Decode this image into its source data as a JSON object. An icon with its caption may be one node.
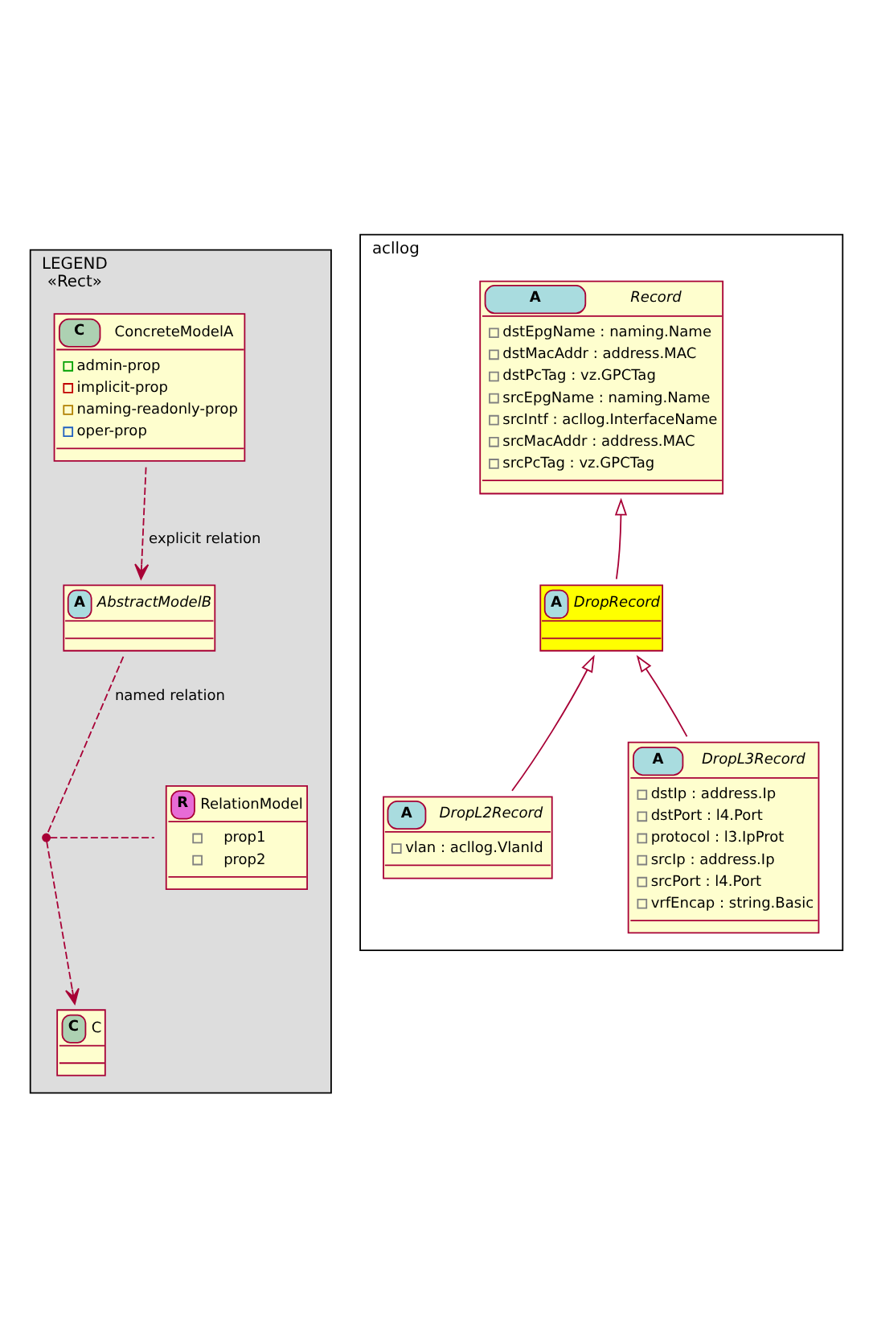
{
  "diagram": {
    "nodes": [
      {
        "text": [
          "LEGEND",
          "«Rect»"
        ]
      },
      {
        "text": [
          "C",
          "ConcreteModelA",
          "admin-prop",
          "implicit-prop",
          "naming-readonly-prop",
          "oper-prop"
        ],
        "in": 0
      },
      {
        "text": [
          "A",
          "AbstractModelB"
        ],
        "in": 0
      },
      {
        "text": [],
        "shape": "circle",
        "in": 0
      },
      {
        "text": [
          "R",
          "RelationModel",
          "prop1",
          "prop2"
        ],
        "in": 0
      },
      {
        "text": [
          "C",
          "C"
        ],
        "in": 0
      },
      {
        "text": [
          "acllog"
        ]
      },
      {
        "text": [
          "A",
          "Record",
          "dstEpgName : naming.Name",
          "dstMacAddr : address.MAC",
          "dstPcTag : vz.GPCTag",
          "srcEpgName : naming.Name",
          "srcIntf : acllog.InterfaceName",
          "srcMacAddr : address.MAC",
          "srcPcTag : vz.GPCTag"
        ],
        "in": 6
      },
      {
        "text": [
          "A",
          "DropRecord"
        ],
        "in": 6
      },
      {
        "text": [
          "A",
          "DropL2Record",
          "vlan : acllog.VlanId"
        ],
        "in": 6
      },
      {
        "text": [
          "A",
          "DropL3Record",
          "dstIp : address.Ip",
          "dstPort : l4.Port",
          "protocol : l3.IpProt",
          "srcIp : address.Ip",
          "srcPort : l4.Port",
          "vrfEncap : string.Basic"
        ],
        "in": 6
      }
    ],
    "edges": [
      {
        "from": 1,
        "to": 2,
        "arrow": "to",
        "style": "dashed",
        "label": "explicit relation"
      },
      {
        "from": 2,
        "to": 3,
        "arrow": "none",
        "style": "dashed",
        "label": "named relation"
      },
      {
        "from": 3,
        "to": 4,
        "arrow": "none",
        "style": "dashed"
      },
      {
        "from": 3,
        "to": 5,
        "arrow": "to",
        "style": "dashed"
      },
      {
        "from": 8,
        "to": 7,
        "arrow": "to"
      },
      {
        "from": 9,
        "to": 8,
        "arrow": "to"
      },
      {
        "from": 10,
        "to": 8,
        "arrow": "to"
      }
    ]
  }
}
